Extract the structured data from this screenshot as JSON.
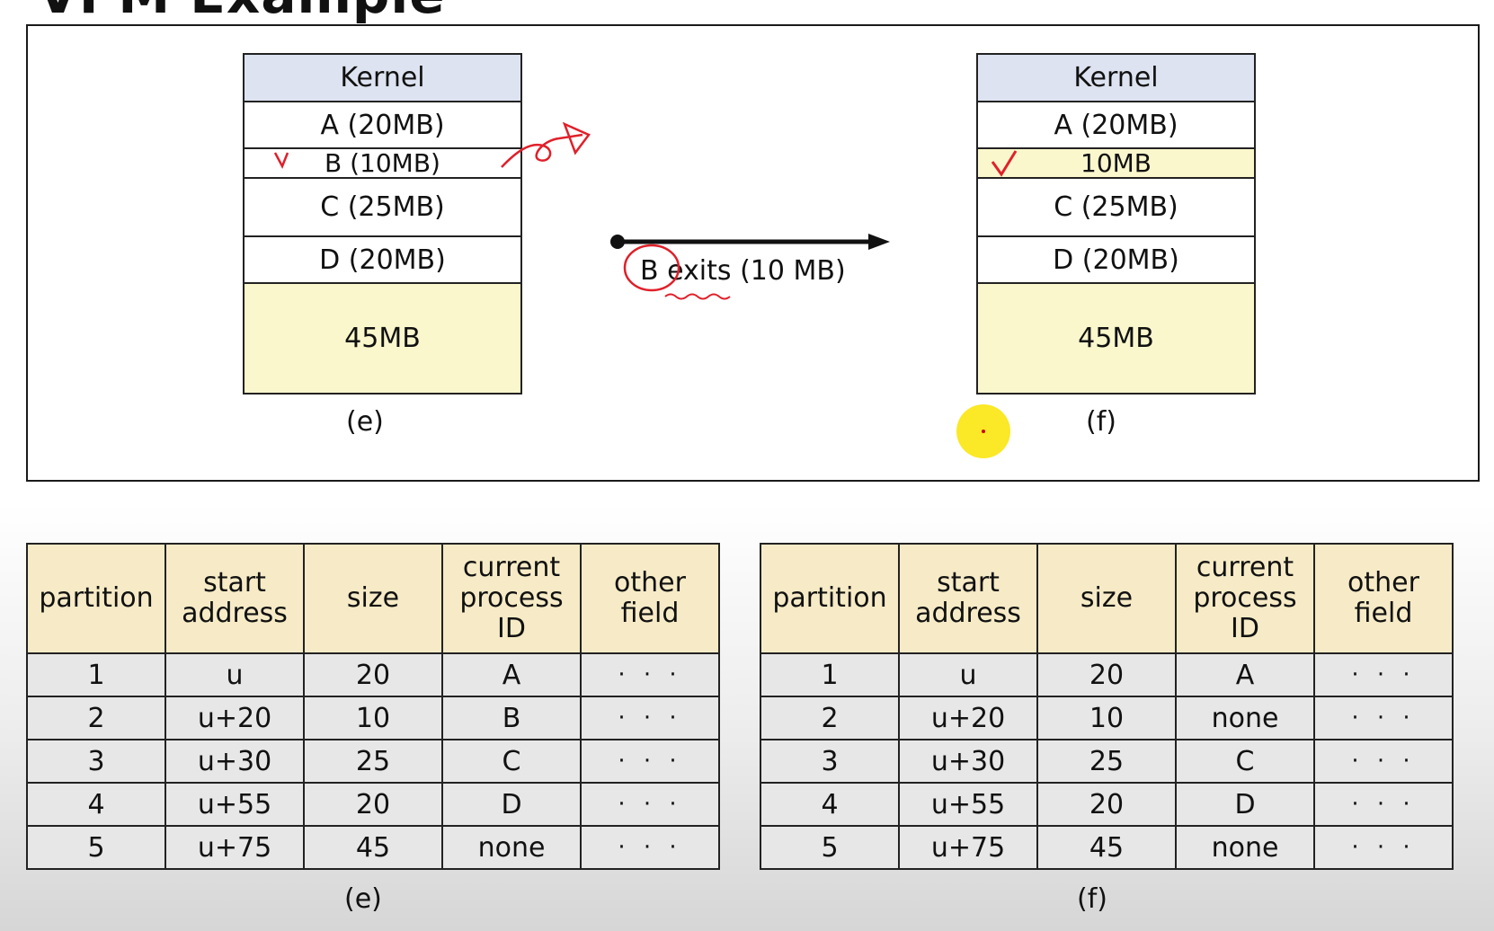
{
  "slide": {
    "title": "VPM Example"
  },
  "diagram": {
    "left": {
      "caption": "(e)",
      "blocks": {
        "kernel": "Kernel",
        "a": "A (20MB)",
        "b": "B (10MB)",
        "c": "C (25MB)",
        "d": "D (20MB)",
        "free": "45MB"
      }
    },
    "right": {
      "caption": "(f)",
      "blocks": {
        "kernel": "Kernel",
        "a": "A (20MB)",
        "b": "10MB",
        "c": "C (25MB)",
        "d": "D (20MB)",
        "free": "45MB"
      }
    },
    "transition_label": "B exits (10 MB)"
  },
  "colors": {
    "kernel_fill": "#dde3f0",
    "free_fill": "#faf7cc",
    "table_header_fill": "#f6ebc6",
    "table_cell_fill": "#e7e7e7",
    "annotation_ink": "#e0202a",
    "pointer": "#fae400"
  },
  "tables": {
    "headers": [
      "partition",
      "start address",
      "size",
      "current process ID",
      "other field"
    ],
    "e": {
      "caption": "(e)",
      "rows": [
        [
          "1",
          "u",
          "20",
          "A",
          "· · ·"
        ],
        [
          "2",
          "u+20",
          "10",
          "B",
          "· · ·"
        ],
        [
          "3",
          "u+30",
          "25",
          "C",
          "· · ·"
        ],
        [
          "4",
          "u+55",
          "20",
          "D",
          "· · ·"
        ],
        [
          "5",
          "u+75",
          "45",
          "none",
          "· · ·"
        ]
      ]
    },
    "f": {
      "caption": "(f)",
      "rows": [
        [
          "1",
          "u",
          "20",
          "A",
          "· · ·"
        ],
        [
          "2",
          "u+20",
          "10",
          "none",
          "· · ·"
        ],
        [
          "3",
          "u+30",
          "25",
          "C",
          "· · ·"
        ],
        [
          "4",
          "u+55",
          "20",
          "D",
          "· · ·"
        ],
        [
          "5",
          "u+75",
          "45",
          "none",
          "· · ·"
        ]
      ]
    }
  }
}
